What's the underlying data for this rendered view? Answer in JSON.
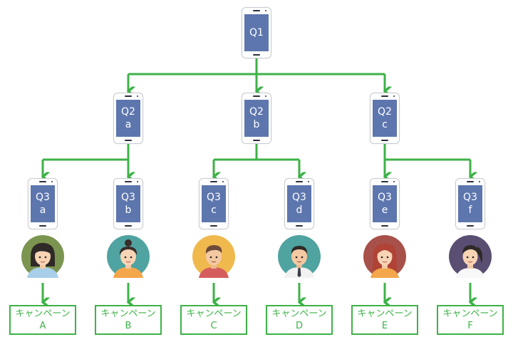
{
  "colors": {
    "connector": "#3db247",
    "screen": "#5d76ae",
    "campaign_text": "#3db247",
    "campaign_border": "#3db247"
  },
  "nodes": {
    "q1": {
      "line1": "Q1",
      "line2": ""
    },
    "q2a": {
      "line1": "Q2",
      "line2": "a"
    },
    "q2b": {
      "line1": "Q2",
      "line2": "b"
    },
    "q2c": {
      "line1": "Q2",
      "line2": "c"
    },
    "q3a": {
      "line1": "Q3",
      "line2": "a"
    },
    "q3b": {
      "line1": "Q3",
      "line2": "b"
    },
    "q3c": {
      "line1": "Q3",
      "line2": "c"
    },
    "q3d": {
      "line1": "Q3",
      "line2": "d"
    },
    "q3e": {
      "line1": "Q3",
      "line2": "e"
    },
    "q3f": {
      "line1": "Q3",
      "line2": "f"
    }
  },
  "edges": [
    [
      "q1",
      "q2a"
    ],
    [
      "q1",
      "q2b"
    ],
    [
      "q1",
      "q2c"
    ],
    [
      "q2a",
      "q3a"
    ],
    [
      "q2a",
      "q3b"
    ],
    [
      "q2b",
      "q3c"
    ],
    [
      "q2b",
      "q3d"
    ],
    [
      "q2c",
      "q3e"
    ],
    [
      "q2c",
      "q3f"
    ]
  ],
  "avatars": [
    {
      "icon": "woman-short-hair-avatar",
      "background": "#7b9550",
      "hair": "#2f2a28",
      "shirt": "#a8cfe9"
    },
    {
      "icon": "woman-bun-avatar",
      "background": "#4fa3a0",
      "hair": "#3a2c28",
      "shirt": "#f3a64a"
    },
    {
      "icon": "man-avatar",
      "background": "#f0b94e",
      "hair": "#6d4b3a",
      "shirt": "#d65d5d"
    },
    {
      "icon": "man-shirt-tie-avatar",
      "background": "#4fa3a0",
      "hair": "#2f2a28",
      "shirt": "#f2f2f2"
    },
    {
      "icon": "woman-long-hair-avatar",
      "background": "#a8504a",
      "hair": "#b04236",
      "shirt": "#f3a64a"
    },
    {
      "icon": "woman-ponytail-avatar",
      "background": "#5a4f72",
      "hair": "#2f2a28",
      "shirt": "#f7f7f7"
    }
  ],
  "campaigns": [
    {
      "label": "キャンペーン",
      "letter": "A"
    },
    {
      "label": "キャンペーン",
      "letter": "B"
    },
    {
      "label": "キャンペーン",
      "letter": "C"
    },
    {
      "label": "キャンペーン",
      "letter": "D"
    },
    {
      "label": "キャンペーン",
      "letter": "E"
    },
    {
      "label": "キャンペーン",
      "letter": "F"
    }
  ]
}
